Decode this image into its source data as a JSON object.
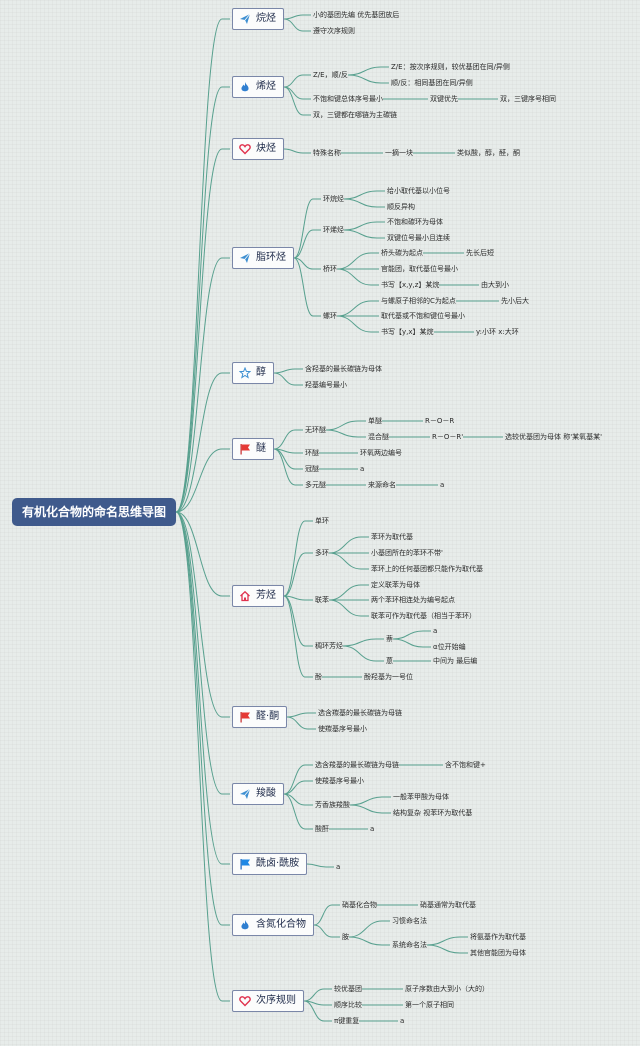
{
  "root": "有机化合物的命名思维导图",
  "nodes": [
    {
      "id": "b1",
      "text": "烷烃",
      "icon": "paper-plane-icon"
    },
    {
      "id": "b1a",
      "text": "小的基团先编 优先基团放后"
    },
    {
      "id": "b1b",
      "text": "遵守次序规则"
    },
    {
      "id": "b2",
      "text": "烯烃",
      "icon": "flame-icon"
    },
    {
      "id": "b2a",
      "text": "Z/E，顺/反"
    },
    {
      "id": "b2a1",
      "text": "Z/E：按次序规则，较优基团在同/异侧"
    },
    {
      "id": "b2a2",
      "text": "顺/反：相同基团在同/异侧"
    },
    {
      "id": "b2b",
      "text": "不饱和键总体序号最小"
    },
    {
      "id": "b2b1",
      "text": "双键优先"
    },
    {
      "id": "b2b1a",
      "text": "双，三键序号相同"
    },
    {
      "id": "b2c",
      "text": "双，三键都在哪链为主碳链"
    },
    {
      "id": "b3",
      "text": "炔烃",
      "icon": "heart-icon"
    },
    {
      "id": "b3a",
      "text": "特殊名称"
    },
    {
      "id": "b3a1",
      "text": "一摘一块"
    },
    {
      "id": "b3a1a",
      "text": "类似酸，醇，醛，酮"
    },
    {
      "id": "b4",
      "text": "脂环烃",
      "icon": "paper-plane-icon"
    },
    {
      "id": "b4a",
      "text": "环烷烃"
    },
    {
      "id": "b4a1",
      "text": "给小取代基以小位号"
    },
    {
      "id": "b4a2",
      "text": "顺反异构"
    },
    {
      "id": "b4b",
      "text": "环烯烃"
    },
    {
      "id": "b4b1",
      "text": "不饱和碳环为母体"
    },
    {
      "id": "b4b2",
      "text": "双键位号最小且连续"
    },
    {
      "id": "b4c",
      "text": "桥环"
    },
    {
      "id": "b4c1",
      "text": "桥头碳为起点"
    },
    {
      "id": "b4c1a",
      "text": "先长后短"
    },
    {
      "id": "b4c2",
      "text": "官能团，取代基位号最小"
    },
    {
      "id": "b4c3",
      "text": "书写【x,y,z】某烷"
    },
    {
      "id": "b4c3a",
      "text": "由大到小"
    },
    {
      "id": "b4d",
      "text": "螺环"
    },
    {
      "id": "b4d1",
      "text": "与螺原子相邻的C为起点"
    },
    {
      "id": "b4d1a",
      "text": "先小后大"
    },
    {
      "id": "b4d2",
      "text": "取代基或不饱和键位号最小"
    },
    {
      "id": "b4d3",
      "text": "书写【y,x】某烷"
    },
    {
      "id": "b4d3a",
      "text": "y:小环 x:大环"
    },
    {
      "id": "b5",
      "text": "醇",
      "icon": "star-icon"
    },
    {
      "id": "b5a",
      "text": "含羟基的最长碳链为母体"
    },
    {
      "id": "b5b",
      "text": "羟基编号最小"
    },
    {
      "id": "b6",
      "text": "醚",
      "icon": "flag-icon"
    },
    {
      "id": "b6a",
      "text": "无环醚"
    },
    {
      "id": "b6a1",
      "text": "单醚"
    },
    {
      "id": "b6a1a",
      "text": "R－O－R"
    },
    {
      "id": "b6a2",
      "text": "混合醚"
    },
    {
      "id": "b6a2a",
      "text": "R－O－R'"
    },
    {
      "id": "b6a2b",
      "text": "选较优基团为母体 称'某氧基某'"
    },
    {
      "id": "b6b",
      "text": "环醚"
    },
    {
      "id": "b6b1",
      "text": "环氧两边编号"
    },
    {
      "id": "b6c",
      "text": "冠醚"
    },
    {
      "id": "b6c1",
      "text": "a"
    },
    {
      "id": "b6d",
      "text": "多元醚"
    },
    {
      "id": "b6d1",
      "text": "来源命名"
    },
    {
      "id": "b6d1a",
      "text": "a"
    },
    {
      "id": "b7",
      "text": "芳烃",
      "icon": "home-icon"
    },
    {
      "id": "b7a",
      "text": "单环"
    },
    {
      "id": "b7b",
      "text": "多环"
    },
    {
      "id": "b7b1",
      "text": "苯环为取代基"
    },
    {
      "id": "b7b2",
      "text": "小基团所在的苯环不带'"
    },
    {
      "id": "b7b3",
      "text": "苯环上的任何基团都只能作为取代基"
    },
    {
      "id": "b7c",
      "text": "联苯"
    },
    {
      "id": "b7c1",
      "text": "定义联苯为母体"
    },
    {
      "id": "b7c2",
      "text": "两个苯环相连处为编号起点"
    },
    {
      "id": "b7c3",
      "text": "联苯可作为取代基（相当于苯环）"
    },
    {
      "id": "b7d",
      "text": "稠环芳烃"
    },
    {
      "id": "b7d1",
      "text": "萘"
    },
    {
      "id": "b7d1a",
      "text": "a"
    },
    {
      "id": "b7d1b",
      "text": "α位开始编"
    },
    {
      "id": "b7d2",
      "text": "蒽"
    },
    {
      "id": "b7d2a",
      "text": "中间为 最后编"
    },
    {
      "id": "b7e",
      "text": "酚"
    },
    {
      "id": "b7e1",
      "text": "酚羟基为一号位"
    },
    {
      "id": "b8",
      "text": "醛·酮",
      "icon": "flag-icon"
    },
    {
      "id": "b8a",
      "text": "选含羰基的最长碳链为母链"
    },
    {
      "id": "b8b",
      "text": "使羰基序号最小"
    },
    {
      "id": "b9",
      "text": "羧酸",
      "icon": "paper-plane-icon"
    },
    {
      "id": "b9a",
      "text": "选含羧基的最长碳链为母链"
    },
    {
      "id": "b9a1",
      "text": "含不饱和键+"
    },
    {
      "id": "b9b",
      "text": "使羧基序号最小"
    },
    {
      "id": "b9c",
      "text": "芳香族羧酸"
    },
    {
      "id": "b9c1",
      "text": "一般苯甲酸为母体"
    },
    {
      "id": "b9c2",
      "text": "结构复杂 视苯环为取代基"
    },
    {
      "id": "b9d",
      "text": "酸酐"
    },
    {
      "id": "b9d1",
      "text": "a"
    },
    {
      "id": "b10",
      "text": "酰卤·酰胺",
      "icon": "flag-blue-icon"
    },
    {
      "id": "b10a",
      "text": "a"
    },
    {
      "id": "b11",
      "text": "含氮化合物",
      "icon": "flame-icon"
    },
    {
      "id": "b11a",
      "text": "硝基化合物"
    },
    {
      "id": "b11a1",
      "text": "硝基通常为取代基"
    },
    {
      "id": "b11b",
      "text": "胺"
    },
    {
      "id": "b11b1",
      "text": "习惯命名法"
    },
    {
      "id": "b11b2",
      "text": "系统命名法"
    },
    {
      "id": "b11b2a",
      "text": "将氨基作为取代基"
    },
    {
      "id": "b11b2b",
      "text": "其他官能团为母体"
    },
    {
      "id": "b12",
      "text": "次序规则",
      "icon": "heart-icon"
    },
    {
      "id": "b12a",
      "text": "较优基团"
    },
    {
      "id": "b12a1",
      "text": "原子序数由大到小（大的）"
    },
    {
      "id": "b12b",
      "text": "顺序比较"
    },
    {
      "id": "b12b1",
      "text": "第一个原子相同"
    },
    {
      "id": "b12c",
      "text": "π键重复"
    },
    {
      "id": "b12c1",
      "text": "a"
    }
  ]
}
